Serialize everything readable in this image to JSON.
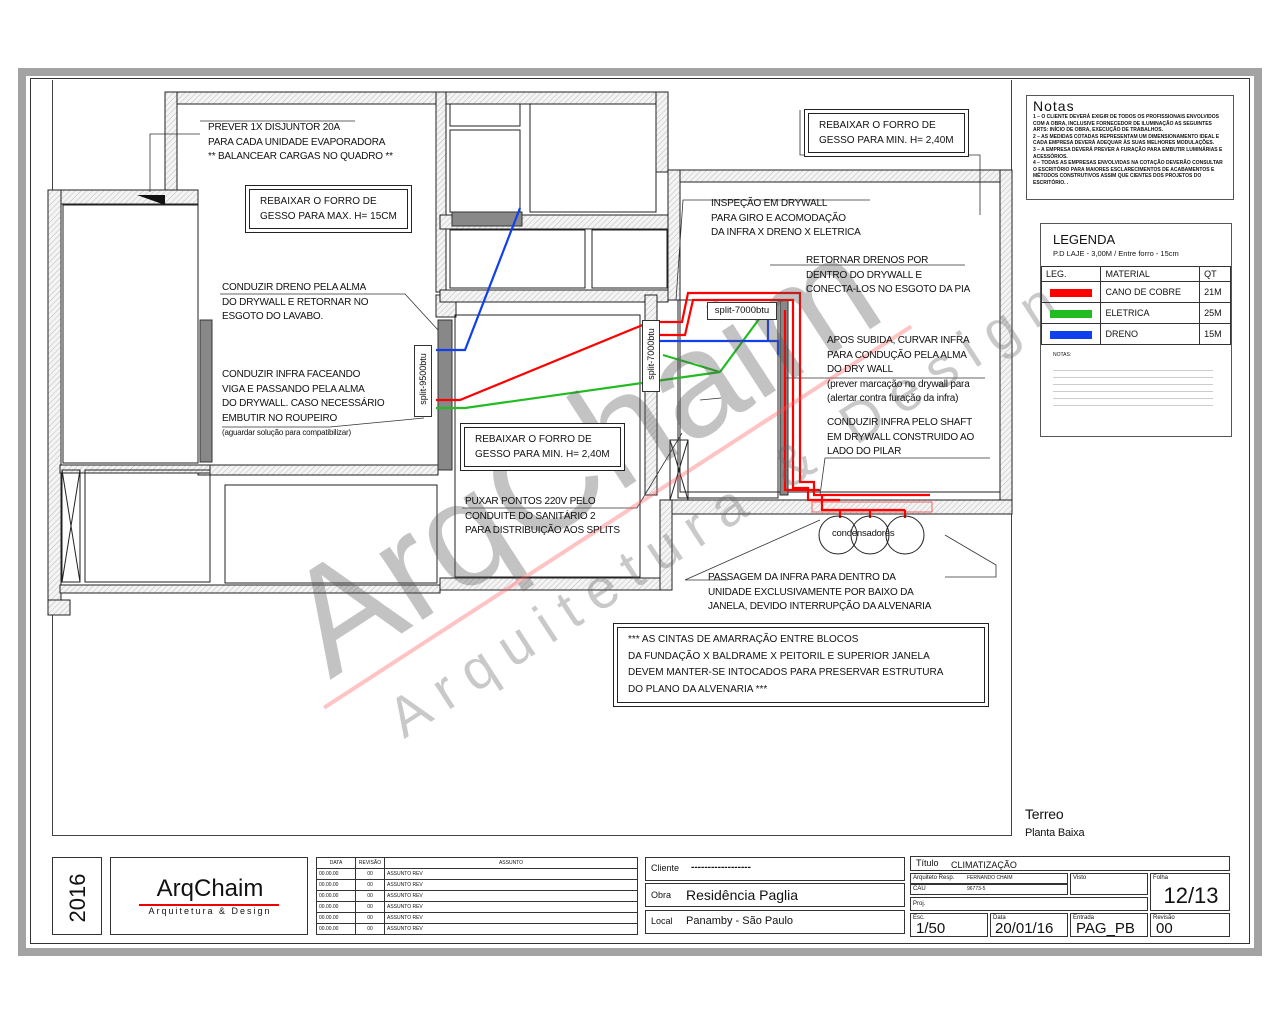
{
  "watermark": {
    "brand": "ArqChaim",
    "tagline": "Arquitetura & Design"
  },
  "plan": {
    "annotations": {
      "disjuntor": [
        "PREVER 1X DISJUNTOR 20A",
        "PARA CADA UNIDADE EVAPORADORA",
        "** BALANCEAR CARGAS NO QUADRO **"
      ],
      "forro_max": [
        "REBAIXAR O FORRO DE",
        "GESSO PARA MAX. H= 15CM"
      ],
      "forro_min_top": [
        "REBAIXAR O FORRO DE",
        "GESSO PARA MIN. H= 2,40M"
      ],
      "forro_min_center": [
        "REBAIXAR O FORRO DE",
        "GESSO PARA MIN. H= 2,40M"
      ],
      "dreno": [
        "CONDUZIR DRENO PELA ALMA",
        "DO DRYWALL E RETORNAR NO",
        "ESGOTO DO LAVABO."
      ],
      "infra_viga": [
        "CONDUZIR INFRA FACEANDO",
        "VIGA E PASSANDO PELA ALMA",
        "DO DRYWALL. CASO NECESSÁRIO",
        "EMBUTIR NO ROUPEIRO",
        "(aguardar solução para compatibilizar)"
      ],
      "inspecao": [
        "INSPEÇÃO EM DRYWALL",
        "PARA GIRO E ACOMODAÇÃO",
        "DA INFRA X DRENO X ELETRICA"
      ],
      "retornar_drenos": [
        "RETORNAR DRENOS POR",
        "DENTRO DO DRYWALL E",
        "CONECTA-LOS NO ESGOTO DA PIA"
      ],
      "apos_subida": [
        "APOS SUBIDA, CURVAR INFRA",
        "PARA CONDUÇÃO PELA ALMA",
        "DO DRY WALL",
        "(prever marcação no drywall para",
        "(alertar contra furação da infra)"
      ],
      "shaft": [
        "CONDUZIR INFRA PELO SHAFT",
        "EM DRYWALL CONSTRUIDO AO",
        "LADO DO PILAR"
      ],
      "pontos_220": [
        "PUXAR PONTOS 220V PELO",
        "CONDUITE DO SANITÁRIO 2",
        "PARA DISTRIBUIÇÃO AOS SPLITS"
      ],
      "passagem": [
        "PASSAGEM DA INFRA PARA DENTRO DA",
        "UNIDADE EXCLUSIVAMENTE POR BAIXO DA",
        "JANELA, DEVIDO INTERRUPÇÃO DA ALVENARIA"
      ],
      "cintas": [
        "*** AS CINTAS DE AMARRAÇÃO ENTRE BLOCOS",
        "DA FUNDAÇÃO X BALDRAME X PEITORIL E SUPERIOR JANELA",
        "DEVEM MANTER-SE INTOCADOS PARA PRESERVAR ESTRUTURA",
        "DO PLANO DA ALVENARIA ***"
      ]
    },
    "equipment": {
      "split_9500": "split-9500btu",
      "split_7000_h": "split-7000btu",
      "split_7000_v": "split-7000btu",
      "condensers": "condensadores"
    },
    "view_title": "Terreo",
    "view_subtitle": "Planta Baixa"
  },
  "notes": {
    "title": "Notas",
    "items": [
      "1 – O CLIENTE DEVERÁ EXIGIR DE TODOS OS PROFISSIONAIS ENVOLVIDOS COM A OBRA, INCLUSIVE FORNECEDOR DE ILUMINAÇÃO AS SEGUINTES ARTS: INÍCIO DE OBRA, EXECUÇÃO DE TRABALHOS.",
      "2 – AS MEDIDAS COTADAS REPRESENTAM UM DIMENSIONAMENTO IDEAL E CADA EMPRESA DEVERÁ ADEQUAR ÀS SUAS MELHORES MODULAÇÕES.",
      "3 – A EMPRESA DEVERÁ PREVER A FURAÇÃO PARA EMBUTIR LUMINÁRIAS E ACESSÓRIOS.",
      "4 – TODAS AS EMPRESAS ENVOLVIDAS NA COTAÇÃO DEVERÃO CONSULTAR O ESCRITÓRIO PARA MAIORES ESCLARECIMENTOS DE ACABAMENTOS E MÉTODOS CONSTRUTIVOS ASSIM QUE CIENTES DOS PROJETOS DO ESCRITÓRIO. ."
    ]
  },
  "legend": {
    "title": "LEGENDA",
    "subtitle": "P.D LAJE - 3,00M  /  Entre forro - 15cm",
    "headers": [
      "LEG.",
      "MATERIAL",
      "QT"
    ],
    "rows": [
      {
        "color": "#ff0000",
        "material": "CANO DE COBRE",
        "qt": "21M"
      },
      {
        "color": "#22bb22",
        "material": "ELETRICA",
        "qt": "25M"
      },
      {
        "color": "#1040ee",
        "material": "DRENO",
        "qt": "15M"
      }
    ],
    "notes_label": "NOTAS:"
  },
  "title_block": {
    "year": "2016",
    "logo": {
      "name": "ArqChaim",
      "tagline": "Arquitetura & Design"
    },
    "revisions": {
      "headers": [
        "DATA",
        "REVISÃO",
        "ASSUNTO"
      ],
      "rows": [
        [
          "00.00.00",
          "00",
          "ASSUNTO REV"
        ],
        [
          "00.00.00",
          "00",
          "ASSUNTO REV"
        ],
        [
          "00.00.00",
          "00",
          "ASSUNTO REV"
        ],
        [
          "00.00.00",
          "00",
          "ASSUNTO REV"
        ],
        [
          "00.00.00",
          "00",
          "ASSUNTO REV"
        ],
        [
          "00.00.00",
          "00",
          "ASSUNTO REV"
        ]
      ]
    },
    "cliente_label": "Cliente",
    "cliente_value": "------------------",
    "obra_label": "Obra",
    "obra_value": "Residência Paglia",
    "local_label": "Local",
    "local_value": "Panamby  - São Paulo",
    "titulo_label": "Título",
    "titulo_value": "CLIMATIZAÇÃO",
    "arquiteto_label": "Arquiteto Resp.",
    "arquiteto_value": "FERNANDO CHAIM",
    "cau_label": "CAU",
    "cau_value": "96773-5",
    "visto_label": "Visto",
    "folha_label": "Folha",
    "folha_value": "12/13",
    "proj_label": "Proj.",
    "esc_label": "Esc.",
    "esc_value": "1/50",
    "data_label": "Data",
    "data_value": "20/01/16",
    "entrada_label": "Entrada",
    "entrada_value": "PAG_PB",
    "revisao_label": "Revisão",
    "revisao_value": "00"
  }
}
